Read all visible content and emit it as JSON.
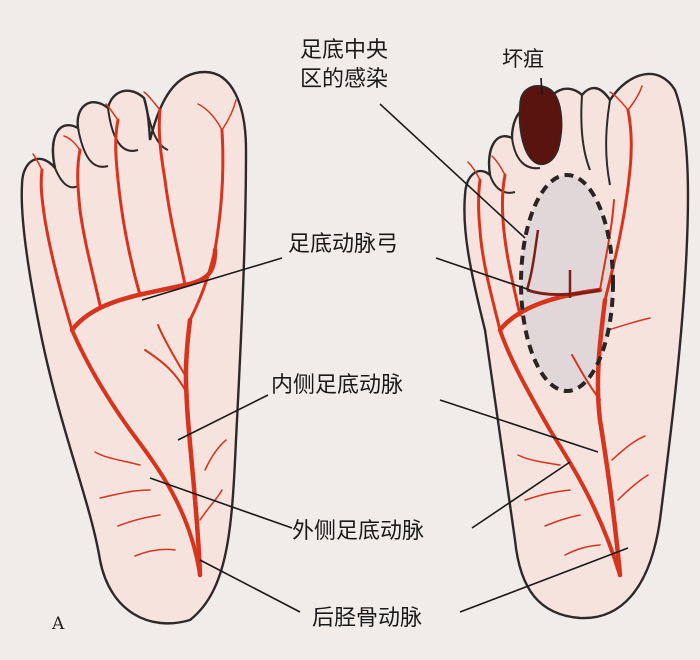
{
  "panel_letter": "A",
  "labels": {
    "central_infection": "足底中央区的感染",
    "gangrene": "坏疽",
    "plantar_arch": "足底动脉弓",
    "medial_plantar": "内侧足底动脉",
    "lateral_plantar": "外侧足底动脉",
    "posterior_tibial": "后胫骨动脉"
  },
  "colors": {
    "skin_fill": "#f6e3dd",
    "outline": "#2e2a2a",
    "artery": "#d7341d",
    "infection_zone": "#e2d7d8",
    "gangrene": "#5a1410",
    "background": "#efecea"
  }
}
